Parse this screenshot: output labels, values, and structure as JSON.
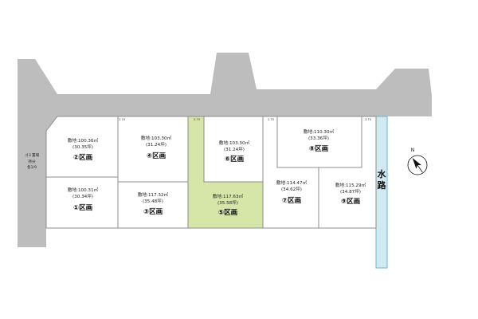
{
  "lots": [
    {
      "id": "2",
      "area": "敷地:100.36㎡",
      "tsubo": "(30.35坪)",
      "name": "②区画"
    },
    {
      "id": "1",
      "area": "敷地:100.31㎡",
      "tsubo": "(30.34坪)",
      "name": "①区画"
    },
    {
      "id": "4",
      "area": "敷地:103.30㎡",
      "tsubo": "(31.24坪)",
      "name": "④区画"
    },
    {
      "id": "3",
      "area": "敷地:117.32㎡",
      "tsubo": "(35.48坪)",
      "name": "③区画"
    },
    {
      "id": "6",
      "area": "敷地:103.30㎡",
      "tsubo": "(31.24坪)",
      "name": "⑥区画"
    },
    {
      "id": "5",
      "area": "敷地:117.63㎡",
      "tsubo": "(35.58坪)",
      "name": "⑤区画"
    },
    {
      "id": "8",
      "area": "敷地:110.30㎡",
      "tsubo": "(33.36坪)",
      "name": "⑧区画"
    },
    {
      "id": "7",
      "area": "敷地:114.47㎡",
      "tsubo": "(34.62坪)",
      "name": "⑦区画"
    },
    {
      "id": "9",
      "area": "敷地:115.29㎡",
      "tsubo": "(34.87坪)",
      "name": "⑨区画"
    }
  ],
  "dimensions": [
    "2.70",
    "2.70",
    "2.70",
    "2.70"
  ],
  "gomi": {
    "line1": "ゴミ置場",
    "line2": "持分",
    "line3": "各1/9"
  },
  "water": {
    "char1": "水",
    "char2": "路"
  },
  "north": {
    "label": "N"
  }
}
